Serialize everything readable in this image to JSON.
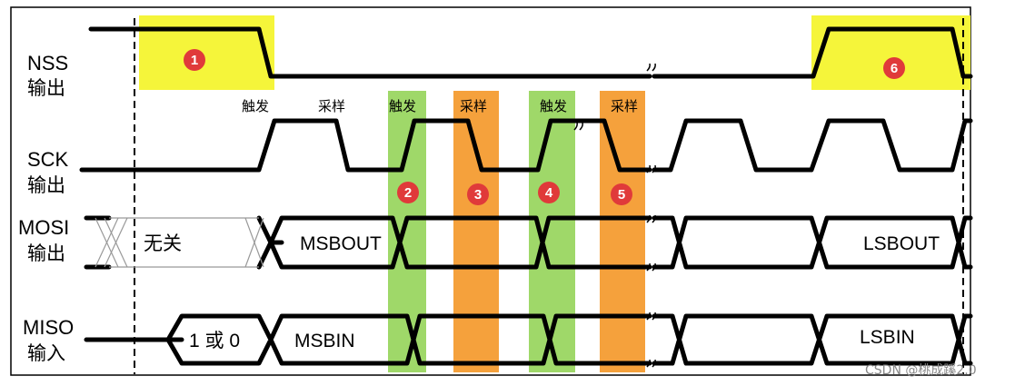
{
  "signals": [
    {
      "name": "NSS",
      "sub": "输出"
    },
    {
      "name": "SCK",
      "sub": "输出"
    },
    {
      "name": "MOSI",
      "sub": "输出"
    },
    {
      "name": "MISO",
      "sub": "输入"
    }
  ],
  "phases": [
    "触发",
    "采样",
    "触发",
    "采样",
    "触发",
    "采样"
  ],
  "mosi": {
    "dontcare": "无关",
    "first": "MSBOUT",
    "last": "LSBOUT"
  },
  "miso": {
    "idle": "1 或 0",
    "first": "MSBIN",
    "last": "LSBIN"
  },
  "steps": [
    "1",
    "2",
    "3",
    "4",
    "5",
    "6"
  ],
  "colors": {
    "highlight_yellow": "#f5f53a",
    "trigger_green": "#9fd869",
    "sample_orange": "#f5a13c",
    "step_red": "#e03a3a"
  },
  "watermark": "CSDN @桃成蹊2.0"
}
